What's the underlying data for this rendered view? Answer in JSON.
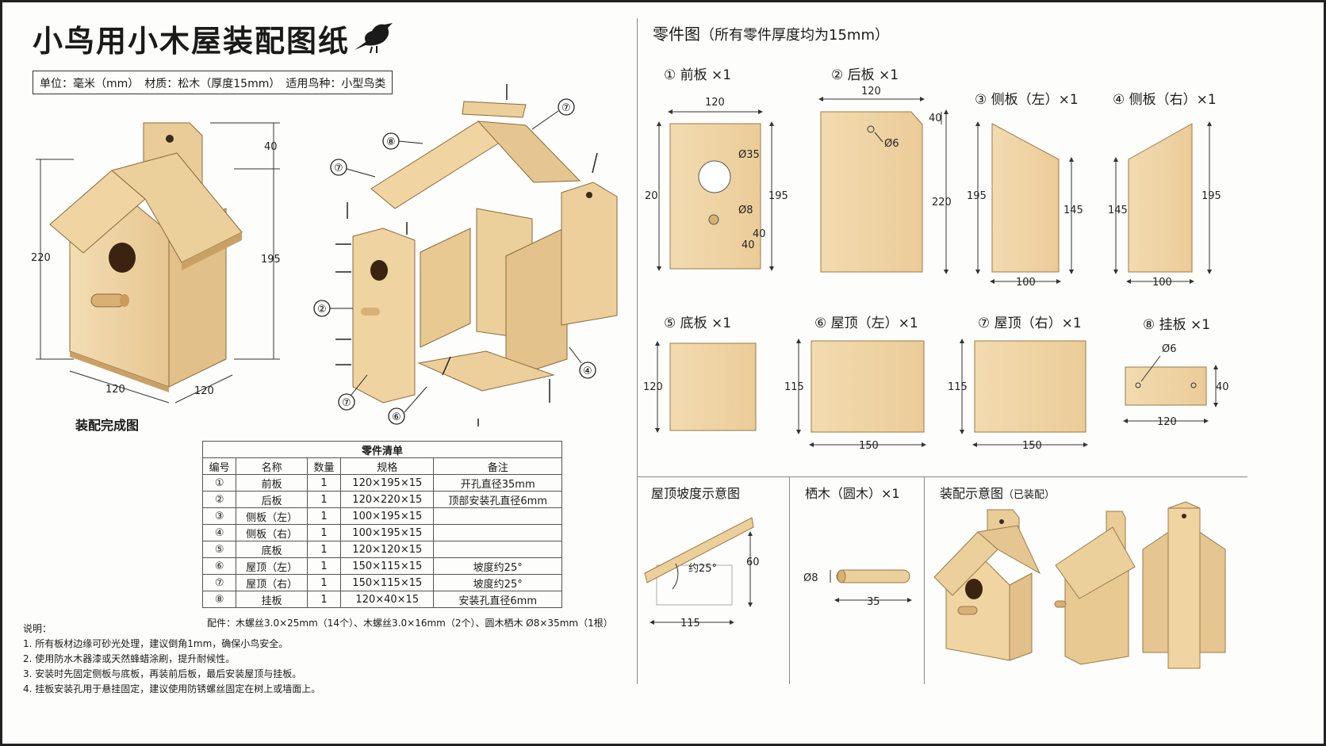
{
  "header": {
    "title": "小鸟用小木屋装配图纸",
    "info": "单位：毫米（mm）　材质：松木（厚度15mm）　适用鸟种：小型鸟类"
  },
  "assembled": {
    "caption": "装配完成图",
    "dims": {
      "top": "40",
      "height_total": "220",
      "height_body": "195",
      "width_front": "120",
      "width_side": "120"
    }
  },
  "exploded": {
    "labels": [
      "⑧",
      "⑦",
      "⑦",
      "②",
      "⑦",
      "⑥",
      "④"
    ]
  },
  "parts_table": {
    "caption": "零件清单",
    "headers": [
      "编号",
      "名称",
      "数量",
      "规格",
      "备注"
    ],
    "rows": [
      [
        "①",
        "前板",
        "1",
        "120×195×15",
        "开孔直径35mm"
      ],
      [
        "②",
        "后板",
        "1",
        "120×220×15",
        "顶部安装孔直径6mm"
      ],
      [
        "③",
        "侧板（左）",
        "1",
        "100×195×15",
        ""
      ],
      [
        "④",
        "侧板（右）",
        "1",
        "100×195×15",
        ""
      ],
      [
        "⑤",
        "底板",
        "1",
        "120×120×15",
        ""
      ],
      [
        "⑥",
        "屋顶（左）",
        "1",
        "150×115×15",
        "坡度约25°"
      ],
      [
        "⑦",
        "屋顶（右）",
        "1",
        "150×115×15",
        "坡度约25°"
      ],
      [
        "⑧",
        "挂板",
        "1",
        "120×40×15",
        "安装孔直径6mm"
      ]
    ],
    "accessories": "配件：木螺丝3.0×25mm（14个）、木螺丝3.0×16mm（2个）、圆木栖木 Ø8×35mm（1根）"
  },
  "notes": {
    "title": "说明：",
    "items": [
      "1.  所有板材边缘可砂光处理，建议倒角1mm，确保小鸟安全。",
      "2.  使用防水木器漆或天然蜂蜡涂刷，提升耐候性。",
      "3.  安装时先固定侧板与底板，再装前后板，最后安装屋顶与挂板。",
      "4.  挂板安装孔用于悬挂固定，建议使用防锈螺丝固定在树上或墙面上。"
    ]
  },
  "parts_drawing": {
    "title": "零件图",
    "subtitle": "（所有零件厚度均为15mm）",
    "parts": [
      {
        "label": "① 前板  ×1",
        "dims": [
          "120",
          "20",
          "195",
          "Ø35",
          "Ø8",
          "40",
          "40"
        ]
      },
      {
        "label": "② 后板  ×1",
        "dims": [
          "120",
          "40",
          "220",
          "Ø6"
        ]
      },
      {
        "label": "③ 侧板（左）×1",
        "dims": [
          "195",
          "145",
          "100"
        ]
      },
      {
        "label": "④ 侧板（右）×1",
        "dims": [
          "145",
          "195",
          "100"
        ]
      },
      {
        "label": "⑤ 底板  ×1",
        "dims": [
          "120"
        ]
      },
      {
        "label": "⑥ 屋顶（左）×1",
        "dims": [
          "115",
          "150"
        ]
      },
      {
        "label": "⑦ 屋顶（右）×1",
        "dims": [
          "115",
          "150"
        ]
      },
      {
        "label": "⑧ 挂板  ×1",
        "dims": [
          "Ø6",
          "40",
          "120"
        ]
      }
    ]
  },
  "roof_slope": {
    "title": "屋顶坡度示意图",
    "angle": "约25°",
    "height": "60",
    "width": "115"
  },
  "perch": {
    "title": "栖木（圆木）×1",
    "diameter": "Ø8",
    "length": "35"
  },
  "assembly_view": {
    "title": "装配示意图",
    "note": "（已装配）"
  },
  "colors": {
    "wood": "#f0d9ae",
    "wood_dark": "#d9b57e",
    "wood_edge": "#c49a5e",
    "line": "#222222"
  }
}
